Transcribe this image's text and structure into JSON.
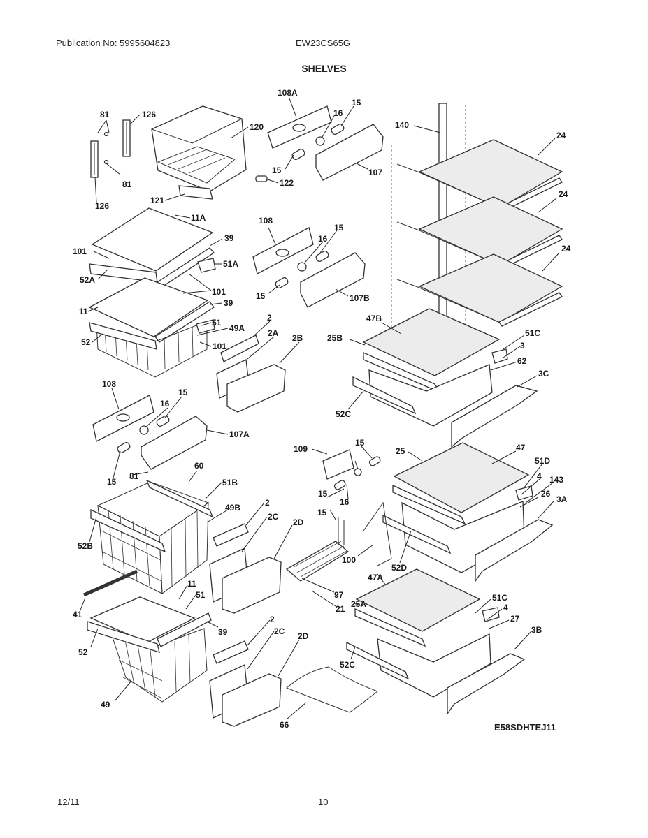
{
  "header": {
    "publication": "Publication No: 5995604823",
    "model": "EW23CS65G",
    "section_title": "SHELVES"
  },
  "footer": {
    "date": "12/11",
    "page_number": "10"
  },
  "diagram": {
    "code": "E58SDHTEJ11",
    "callouts": [
      "81",
      "126",
      "81",
      "126",
      "120",
      "121",
      "122",
      "108A",
      "16",
      "15",
      "15",
      "107",
      "140",
      "24",
      "24",
      "24",
      "11A",
      "39",
      "101",
      "51A",
      "52A",
      "101",
      "39",
      "11",
      "51",
      "49A",
      "101",
      "52",
      "108",
      "15",
      "16",
      "15",
      "107B",
      "2",
      "2A",
      "2B",
      "47B",
      "25B",
      "51C",
      "3",
      "62",
      "3C",
      "52C",
      "108",
      "15",
      "16",
      "107A",
      "15",
      "81",
      "60",
      "51B",
      "52B",
      "49B",
      "2",
      "2C",
      "2D",
      "109",
      "15",
      "16",
      "15",
      "25",
      "47",
      "51D",
      "4",
      "143",
      "26",
      "3A",
      "15",
      "100",
      "52D",
      "47A",
      "97",
      "25A",
      "21",
      "51C",
      "4",
      "27",
      "3B",
      "41",
      "11",
      "51",
      "52",
      "39",
      "49",
      "2",
      "2C",
      "2D",
      "52C",
      "66"
    ]
  }
}
